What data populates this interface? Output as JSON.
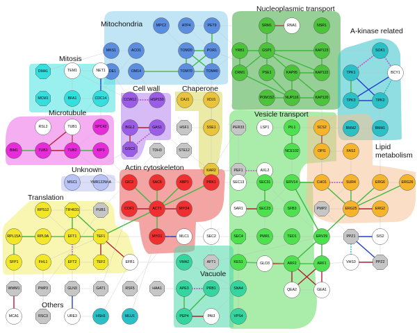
{
  "groups": [
    {
      "id": "mitochondria",
      "label": "Mitochondria",
      "color": "#8fd0ef"
    },
    {
      "id": "nucleoplasmic",
      "label": "Nucleoplasmic transport",
      "color": "#3faa3f"
    },
    {
      "id": "akinase",
      "label": "A-kinase related",
      "color": "#34c3c8"
    },
    {
      "id": "mitosis",
      "label": "Mitosis",
      "color": "#47e3e0"
    },
    {
      "id": "cellwall",
      "label": "Cell wall",
      "color": "#b784ee"
    },
    {
      "id": "chaperone",
      "label": "Chaperone",
      "color": "#dbd85c"
    },
    {
      "id": "microtubule",
      "label": "Microtubule",
      "color": "#ec6ce8"
    },
    {
      "id": "vesicle",
      "label": "Vesicle transport",
      "color": "#64dc64"
    },
    {
      "id": "lipid",
      "label": "Lipid\nmetabolism",
      "color": "#f6c296"
    },
    {
      "id": "unknown",
      "label": "Unknown",
      "color": "#bcc4f0"
    },
    {
      "id": "actin",
      "label": "Actin cytoskeleton",
      "color": "#ed5a5a"
    },
    {
      "id": "translation",
      "label": "Translation",
      "color": "#f4ee72"
    },
    {
      "id": "vacuole",
      "label": "Vacuole",
      "color": "#4ed8ac"
    },
    {
      "id": "others",
      "label": "Others",
      "color": "#ffffff"
    }
  ],
  "nodes": [
    {
      "id": "MPC2",
      "fill": "#5c8ee0"
    },
    {
      "id": "ATP4",
      "fill": "#5c8ee0"
    },
    {
      "id": "PET9",
      "fill": "#5c8ee0"
    },
    {
      "id": "MKS1",
      "fill": "#5c8ee0"
    },
    {
      "id": "ACO1",
      "fill": "#5c8ee0"
    },
    {
      "id": "TOM20",
      "fill": "#5c8ee0"
    },
    {
      "id": "POR1",
      "fill": "#5c8ee0"
    },
    {
      "id": "NDE1",
      "fill": "#5c8ee0"
    },
    {
      "id": "OM14",
      "fill": "#5c8ee0"
    },
    {
      "id": "TOM70",
      "fill": "#5c8ee0"
    },
    {
      "id": "TOM40",
      "fill": "#5c8ee0"
    },
    {
      "id": "SRM1",
      "fill": "#4dc33c"
    },
    {
      "id": "RNA1",
      "fill": "#ffffff"
    },
    {
      "id": "NSR1",
      "fill": "#4dc33c"
    },
    {
      "id": "YRB1",
      "fill": "#4dc33c"
    },
    {
      "id": "GSP1",
      "fill": "#4dc33c"
    },
    {
      "id": "KAP123",
      "fill": "#4dc33c"
    },
    {
      "id": "CRM1",
      "fill": "#4dc33c"
    },
    {
      "id": "PSE1",
      "fill": "#4dc33c"
    },
    {
      "id": "KAP95",
      "fill": "#4dc33c"
    },
    {
      "id": "KAP122",
      "fill": "#4dc33c"
    },
    {
      "id": "POM152",
      "fill": "#4dc33c"
    },
    {
      "id": "NUP116",
      "fill": "#4dc33c"
    },
    {
      "id": "KAP120",
      "fill": "#4dc33c"
    },
    {
      "id": "SOK1",
      "fill": "#2bbfc6"
    },
    {
      "id": "TPK1",
      "fill": "#2bbfc6"
    },
    {
      "id": "BCY1",
      "fill": "#ffffff"
    },
    {
      "id": "TPK3",
      "fill": "#2bbfc6"
    },
    {
      "id": "TPK2",
      "fill": "#2bbfc6"
    },
    {
      "id": "BMH2",
      "fill": "#2bbfc6"
    },
    {
      "id": "BMH1",
      "fill": "#2bbfc6"
    },
    {
      "id": "DMA1",
      "fill": "#35dede"
    },
    {
      "id": "TEM1",
      "fill": "#ffffff"
    },
    {
      "id": "NET1",
      "fill": "#ffffff"
    },
    {
      "id": "MCM1",
      "fill": "#35dede"
    },
    {
      "id": "BFA1",
      "fill": "#35dede"
    },
    {
      "id": "CDC14",
      "fill": "#35dede"
    },
    {
      "id": "CCW12",
      "fill": "#9b5ce6"
    },
    {
      "id": "HSP150",
      "fill": "#9b5ce6"
    },
    {
      "id": "BGL2",
      "fill": "#9b5ce6"
    },
    {
      "id": "GAS1",
      "fill": "#9b5ce6"
    },
    {
      "id": "GSC3",
      "fill": "#9b5ce6"
    },
    {
      "id": "CAJ1",
      "fill": "#e9c43a"
    },
    {
      "id": "XDJ1",
      "fill": "#e9c43a"
    },
    {
      "id": "HSF1",
      "fill": "#c6c6c6"
    },
    {
      "id": "SSE1",
      "fill": "#e9c43a"
    },
    {
      "id": "KAR2",
      "fill": "#e9c43a"
    },
    {
      "id": "RSL2",
      "fill": "#ffffff"
    },
    {
      "id": "TUB1",
      "fill": "#ffffff"
    },
    {
      "id": "SPC42",
      "fill": "#e52cd8"
    },
    {
      "id": "BIM1",
      "fill": "#e52cd8"
    },
    {
      "id": "TUB3",
      "fill": "#e52cd8"
    },
    {
      "id": "TUB2",
      "fill": "#e52cd8"
    },
    {
      "id": "KIP3",
      "fill": "#e52cd8"
    },
    {
      "id": "PER33",
      "fill": "#c6c6c6"
    },
    {
      "id": "PEF1",
      "fill": "#c6c6c6"
    },
    {
      "id": "AXL2",
      "fill": "#ffffff"
    },
    {
      "id": "LSP1",
      "fill": "#ffffff"
    },
    {
      "id": "PIL1",
      "fill": "#4ee04e"
    },
    {
      "id": "SCS2",
      "fill": "#f6b42a"
    },
    {
      "id": "OPI1",
      "fill": "#f6b42a"
    },
    {
      "id": "FAS2",
      "fill": "#f6b42a"
    },
    {
      "id": "NCE102",
      "fill": "#4ee04e"
    },
    {
      "id": "TDH3",
      "fill": "#c6c6c6"
    },
    {
      "id": "STE12",
      "fill": "#c6c6c6"
    },
    {
      "id": "MSC1",
      "fill": "#b8c2f4"
    },
    {
      "id": "YMR122W-A",
      "fill": "#b8c2f4"
    },
    {
      "id": "GIC2",
      "fill": "#ee3030"
    },
    {
      "id": "SAC6",
      "fill": "#ee3030"
    },
    {
      "id": "ABP1",
      "fill": "#ee3030"
    },
    {
      "id": "PRK1",
      "fill": "#ee3030"
    },
    {
      "id": "COF1",
      "fill": "#ee3030"
    },
    {
      "id": "ACT1",
      "fill": "#ee3030"
    },
    {
      "id": "MYO4",
      "fill": "#ee3030"
    },
    {
      "id": "MYO1",
      "fill": "#ee3030"
    },
    {
      "id": "MLC1",
      "fill": "#ffffff"
    },
    {
      "id": "SEC13",
      "fill": "#ffffff"
    },
    {
      "id": "SEC31",
      "fill": "#4ee04e"
    },
    {
      "id": "ERV14",
      "fill": "#4ee04e"
    },
    {
      "id": "CHO1",
      "fill": "#f6b42a"
    },
    {
      "id": "SUR4",
      "fill": "#f6b42a"
    },
    {
      "id": "ERG6",
      "fill": "#f6b42a"
    },
    {
      "id": "ERG26",
      "fill": "#f6b42a"
    },
    {
      "id": "SAR1",
      "fill": "#ffffff"
    },
    {
      "id": "SEC23",
      "fill": "#4ee04e"
    },
    {
      "id": "SFB3",
      "fill": "#4ee04e"
    },
    {
      "id": "PMP2",
      "fill": "#c6c6c6"
    },
    {
      "id": "ERG25",
      "fill": "#f6b42a"
    },
    {
      "id": "ERG2",
      "fill": "#f6b42a"
    },
    {
      "id": "RPS12",
      "fill": "#f2e628"
    },
    {
      "id": "TIF4631",
      "fill": "#f2e628"
    },
    {
      "id": "PUB1",
      "fill": "#c6c6c6"
    },
    {
      "id": "RPL15A",
      "fill": "#f2e628"
    },
    {
      "id": "RPL9A",
      "fill": "#f2e628"
    },
    {
      "id": "EFT1",
      "fill": "#f2e628"
    },
    {
      "id": "TEF1",
      "fill": "#f2e628"
    },
    {
      "id": "SFP1",
      "fill": "#f2e628"
    },
    {
      "id": "FHL1",
      "fill": "#f2e628"
    },
    {
      "id": "EFT2",
      "fill": "#f2e628"
    },
    {
      "id": "TEF2",
      "fill": "#f2e628"
    },
    {
      "id": "EFB1",
      "fill": "#ffffff"
    },
    {
      "id": "SEC2",
      "fill": "#ffffff"
    },
    {
      "id": "SEC4",
      "fill": "#4ee04e"
    },
    {
      "id": "PMR1",
      "fill": "#4ee04e"
    },
    {
      "id": "TED1",
      "fill": "#4ee04e"
    },
    {
      "id": "ERV29",
      "fill": "#4ee04e"
    },
    {
      "id": "PPZ1",
      "fill": "#c6c6c6"
    },
    {
      "id": "SIS2",
      "fill": "#ffffff"
    },
    {
      "id": "VMA2",
      "fill": "#36d49e"
    },
    {
      "id": "AFT1",
      "fill": "#c6c6c6"
    },
    {
      "id": "KES1",
      "fill": "#4ee04e"
    },
    {
      "id": "GLO3",
      "fill": "#ffffff"
    },
    {
      "id": "ARF2",
      "fill": "#4ee04e"
    },
    {
      "id": "ARF1",
      "fill": "#4ee04e"
    },
    {
      "id": "VHS3",
      "fill": "#ffffff"
    },
    {
      "id": "PPZ2",
      "fill": "#c6c6c6"
    },
    {
      "id": "WWM1",
      "fill": "#c6c6c6"
    },
    {
      "id": "PMP3",
      "fill": "#c6c6c6"
    },
    {
      "id": "GLN3",
      "fill": "#c6c6c6"
    },
    {
      "id": "GAT1",
      "fill": "#c6c6c6"
    },
    {
      "id": "RSF5",
      "fill": "#c6c6c6"
    },
    {
      "id": "HAA1",
      "fill": "#c6c6c6"
    },
    {
      "id": "APE3",
      "fill": "#36d49e"
    },
    {
      "id": "PRB1",
      "fill": "#36d49e"
    },
    {
      "id": "SNA4",
      "fill": "#36d49e"
    },
    {
      "id": "QEA2",
      "fill": "#ffffff"
    },
    {
      "id": "GEA1",
      "fill": "#ffffff"
    },
    {
      "id": "MCA1",
      "fill": "#ffffff"
    },
    {
      "id": "RSC3",
      "fill": "#c6c6c6"
    },
    {
      "id": "URE3",
      "fill": "#ffffff"
    },
    {
      "id": "HSH1",
      "fill": "#2bbfc6"
    },
    {
      "id": "MLU1",
      "fill": "#2bbfc6"
    },
    {
      "id": "PEP4",
      "fill": "#36d49e"
    },
    {
      "id": "PAI3",
      "fill": "#ffffff"
    },
    {
      "id": "VPS4",
      "fill": "#36d49e"
    }
  ],
  "edge_colors": {
    "green": "#3cb83c",
    "red": "#b01c30",
    "blue": "#1f3fd0",
    "magenta": "#c040c0",
    "cyan": "#20b8c0",
    "gray": "#bbbbbb"
  }
}
